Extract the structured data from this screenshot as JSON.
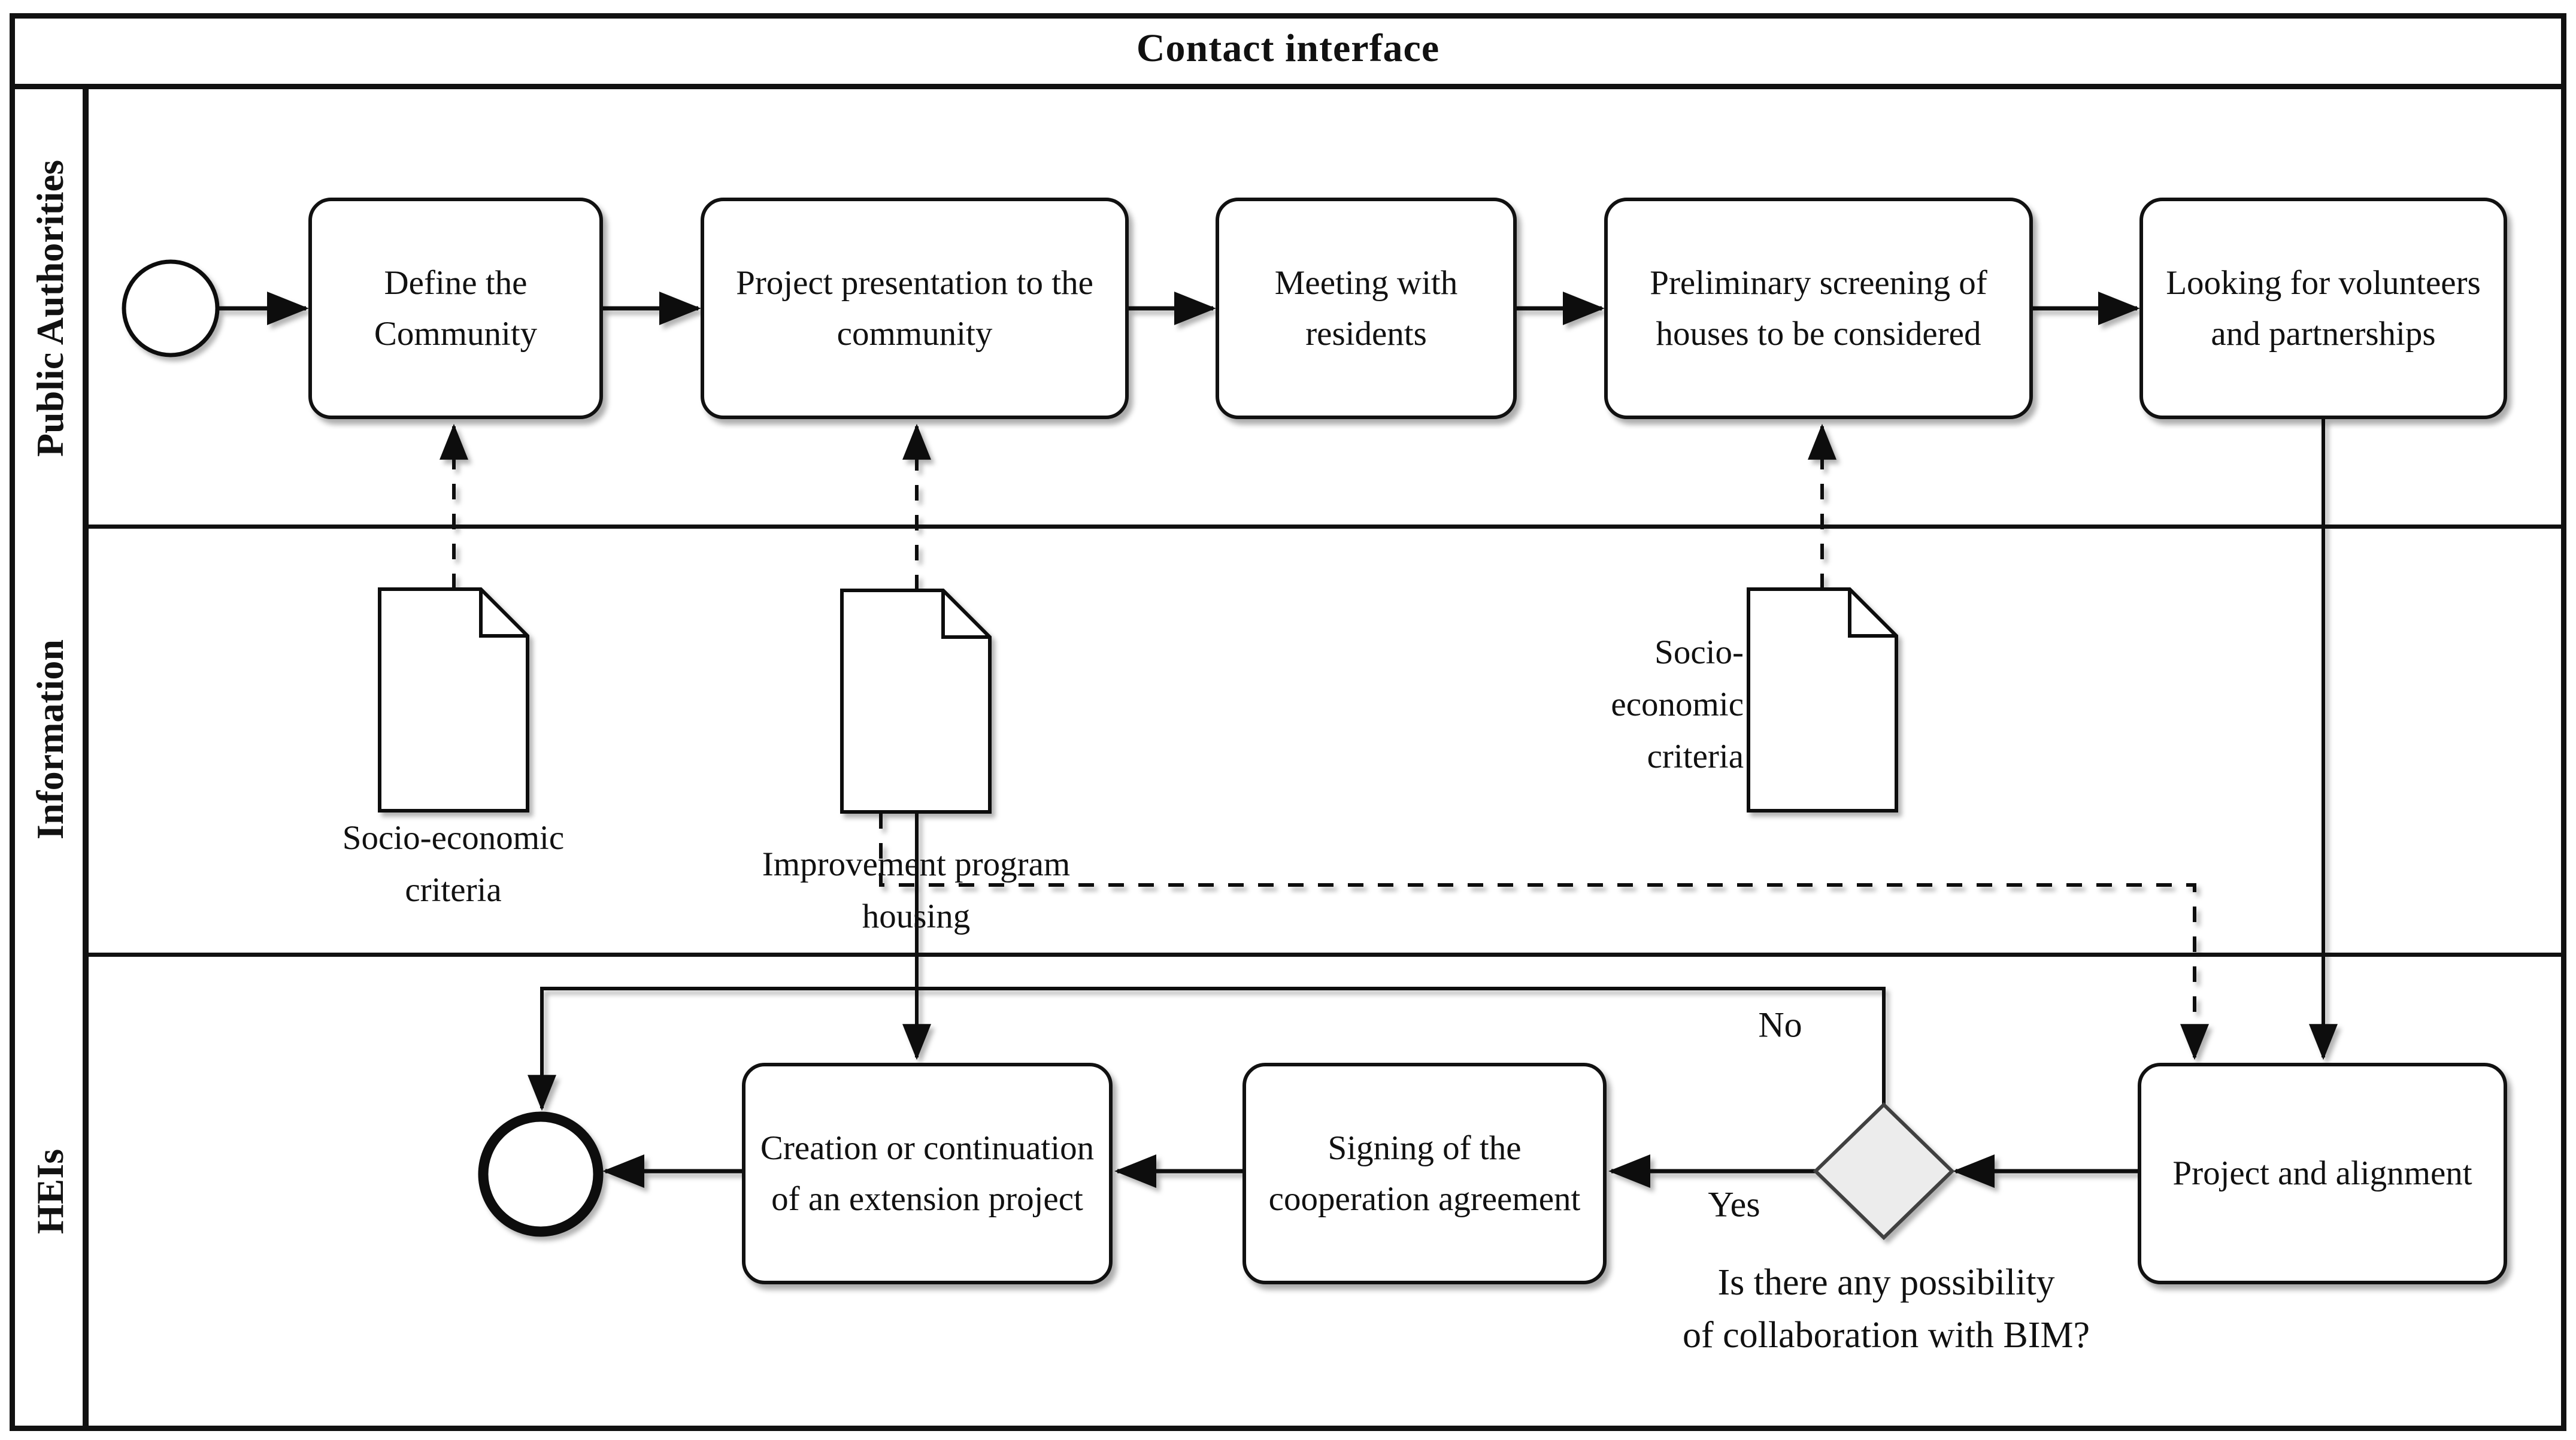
{
  "title": "Contact interface",
  "lanes": [
    {
      "label": "Public Authorities"
    },
    {
      "label": "Information"
    },
    {
      "label": "HEIs"
    }
  ],
  "public_authorities_tasks": [
    "Define the Community",
    "Project presentation to the community",
    "Meeting with residents",
    "Preliminary screening of houses to be considered",
    "Looking for volunteers and partnerships"
  ],
  "information_documents": [
    {
      "icon": "document-icon",
      "label_lines": [
        "Socio-economic",
        "criteria"
      ]
    },
    {
      "icon": "document-icon",
      "label_lines": [
        "Improvement program",
        "housing"
      ]
    },
    {
      "icon": "document-icon",
      "label_lines": [
        "Socio-",
        "economic",
        "criteria"
      ]
    }
  ],
  "heis_tasks": [
    "Creation or continuation of an extension project",
    "Signing of the cooperation agreement",
    "Project and alignment"
  ],
  "gateway": {
    "question_lines": [
      "Is there any possibility",
      "of collaboration with BIM?"
    ],
    "no_label": "No",
    "yes_label": "Yes"
  },
  "colors": {
    "line": "#111111",
    "gateway_fill": "#ececec",
    "background": "#ffffff"
  }
}
